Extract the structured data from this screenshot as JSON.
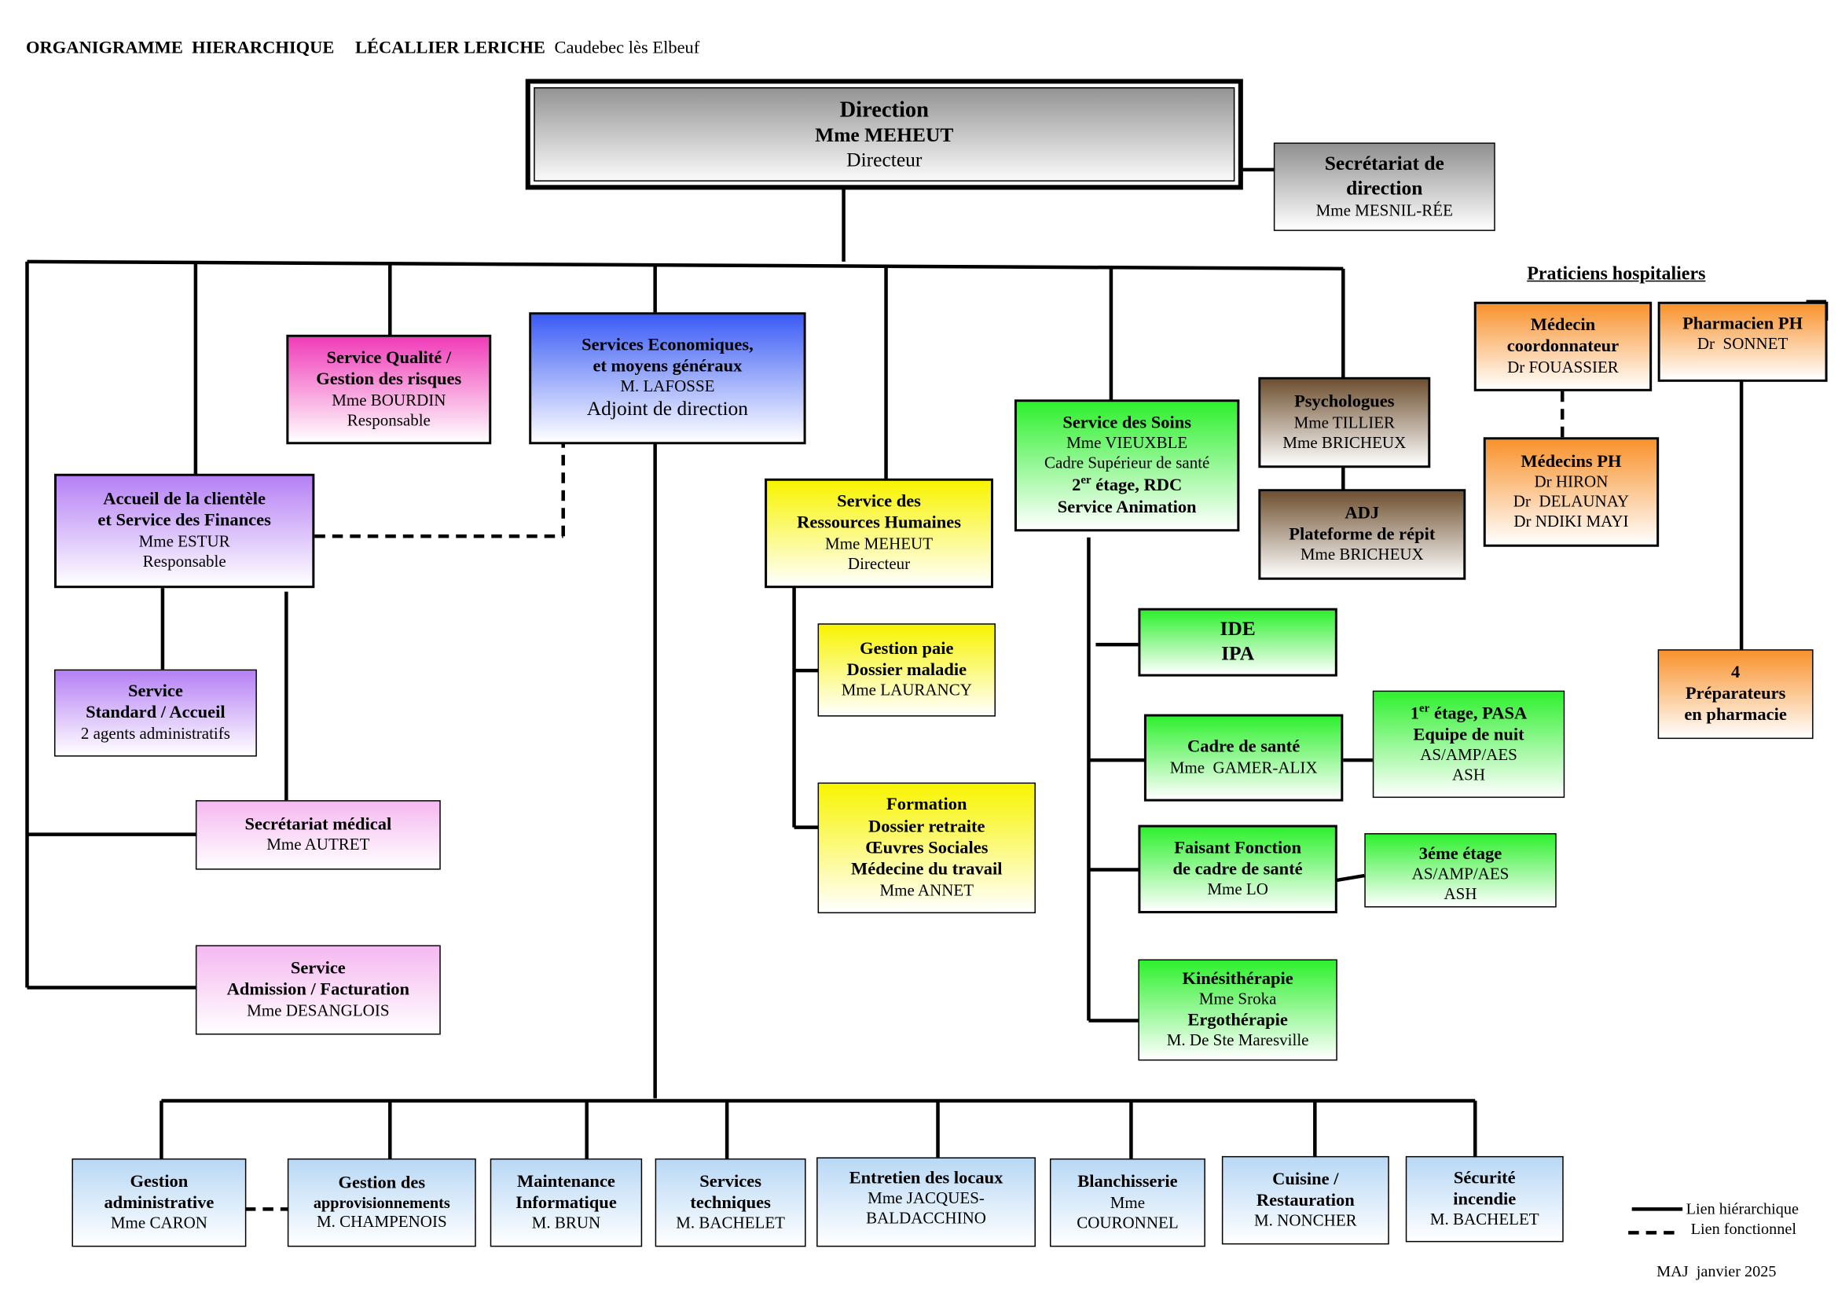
{
  "header": {
    "title": "ORGANIGRAMME  HIERARCHIQUE",
    "org": "LÉCALLIER LERICHE",
    "place": "Caudebec lès Elbeuf"
  },
  "direction": {
    "title": "Direction",
    "name": "Mme MEHEUT",
    "role": "Directeur"
  },
  "secretariat_direction": {
    "line1": "Secrétariat de",
    "line2": "direction",
    "name": "Mme MESNIL-RÉE"
  },
  "qualite": {
    "line1": "Service Qualité /",
    "line2": "Gestion des risques",
    "name": "Mme BOURDIN",
    "role": "Responsable"
  },
  "eco": {
    "line1": "Services Economiques,",
    "line2": "et moyens généraux",
    "name": "M. LAFOSSE",
    "role": "Adjoint de direction"
  },
  "accueil": {
    "line1": "Accueil de la clientèle",
    "line2": "et Service des Finances",
    "name": "Mme ESTUR",
    "role": "Responsable"
  },
  "standard": {
    "line1": "Service",
    "line2": "Standard / Accueil",
    "note": "2 agents administratifs"
  },
  "sec_medical": {
    "title": "Secrétariat médical",
    "name": "Mme AUTRET"
  },
  "admission": {
    "line1": "Service",
    "line2": "Admission / Facturation",
    "name": "Mme DESANGLOIS"
  },
  "rh": {
    "line1": "Service des",
    "line2": "Ressources Humaines",
    "name": "Mme MEHEUT",
    "role": "Directeur"
  },
  "paie": {
    "line1": "Gestion paie",
    "line2": "Dossier maladie",
    "name": "Mme LAURANCY"
  },
  "formation": {
    "line1": "Formation",
    "line2": "Dossier retraite",
    "line3": "Œuvres Sociales",
    "line4": "Médecine du travail",
    "name": "Mme ANNET"
  },
  "soins": {
    "title": "Service des Soins",
    "name": "Mme VIEUXBLE",
    "role": "Cadre Supérieur de santé",
    "floor_num": "2",
    "floor_sup": "er",
    "floor_rest": " étage, RDC",
    "animation": "Service Animation"
  },
  "psycho": {
    "title": "Psychologues",
    "name1": "Mme TILLIER",
    "name2": "Mme BRICHEUX"
  },
  "adj": {
    "title": "ADJ",
    "subtitle": "Plateforme de répit",
    "name": "Mme BRICHEUX"
  },
  "ide": {
    "line1": "IDE",
    "line2": "IPA"
  },
  "cadre": {
    "title": "Cadre de santé",
    "name": "Mme  GAMER-ALIX"
  },
  "pasa": {
    "num": "1",
    "sup": "er",
    "rest": " étage, PASA",
    "line2": "Equipe de nuit",
    "line3": "AS/AMP/AES",
    "line4": "ASH"
  },
  "ff_cadre": {
    "line1": "Faisant Fonction",
    "line2": "de cadre de santé",
    "name": "Mme LO"
  },
  "etage3": {
    "title": "3éme étage",
    "line2": "AS/AMP/AES",
    "line3": "ASH"
  },
  "kine": {
    "title": "Kinésithérapie",
    "name": "Mme Sroka",
    "title2": "Ergothérapie",
    "name2": "M. De Ste Maresville"
  },
  "praticiens": {
    "title": "Praticiens hospitaliers"
  },
  "medecin_coord": {
    "line1": "Médecin",
    "line2": "coordonnateur",
    "name": "Dr FOUASSIER"
  },
  "pharmacien": {
    "title": "Pharmacien PH",
    "name": "Dr  SONNET"
  },
  "medecins_ph": {
    "title": "Médecins PH",
    "name1": "Dr HIRON",
    "name2": "Dr  DELAUNAY",
    "name3": "Dr NDIKI MAYI"
  },
  "preparateurs": {
    "line1": "4",
    "line2": "Préparateurs",
    "line3": "en pharmacie"
  },
  "bottom": {
    "gestion_admin": {
      "line1": "Gestion",
      "line2": "administrative",
      "name": "Mme CARON"
    },
    "appro": {
      "line1": "Gestion des",
      "line2": "approvisionnements",
      "name": "M. CHAMPENOIS"
    },
    "maintenance": {
      "line1": "Maintenance",
      "line2": "Informatique",
      "name": "M. BRUN"
    },
    "techniques": {
      "line1": "Services",
      "line2": "techniques",
      "name": "M. BACHELET"
    },
    "entretien": {
      "line1": "Entretien des locaux",
      "name1": "Mme JACQUES-",
      "name2": "BALDACCHINO"
    },
    "blanchisserie": {
      "line1": "Blanchisserie",
      "name1": "Mme",
      "name2": "COURONNEL"
    },
    "cuisine": {
      "line1": "Cuisine /",
      "line2": "Restauration",
      "name": "M. NONCHER"
    },
    "securite": {
      "line1": "Sécurité",
      "line2": "incendie",
      "name": "M. BACHELET"
    }
  },
  "legend": {
    "solid": "Lien hiérarchique",
    "dashed": "Lien fonctionnel"
  },
  "update": "MAJ  janvier 2025"
}
